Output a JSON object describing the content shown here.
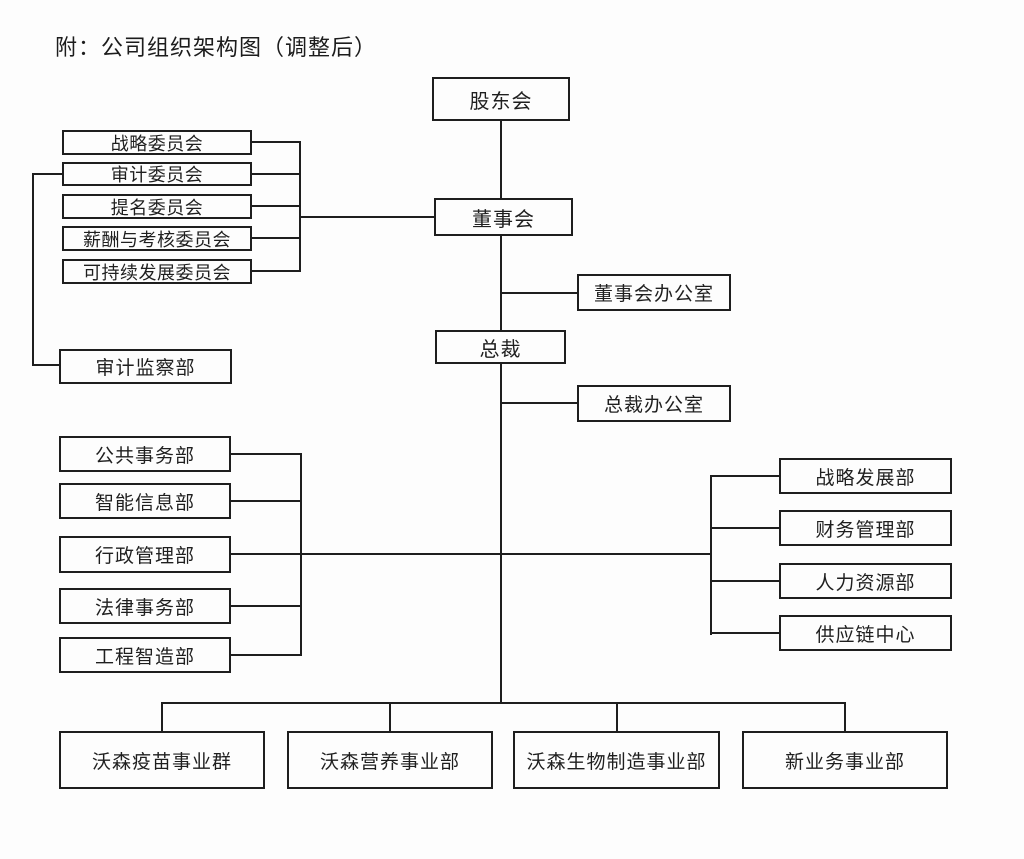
{
  "title": "附：公司组织架构图（调整后）",
  "nodes": {
    "shareholders": "股东会",
    "board": "董事会",
    "president": "总裁",
    "board_office": "董事会办公室",
    "president_office": "总裁办公室",
    "strategy_committee": "战略委员会",
    "audit_committee": "审计委员会",
    "nomination_committee": "提名委员会",
    "remuneration_committee": "薪酬与考核委员会",
    "sustainability_committee": "可持续发展委员会",
    "audit_supervision_dept": "审计监察部",
    "public_affairs_dept": "公共事务部",
    "intelligent_info_dept": "智能信息部",
    "admin_mgmt_dept": "行政管理部",
    "legal_affairs_dept": "法律事务部",
    "engineering_mfg_dept": "工程智造部",
    "strategic_dev_dept": "战略发展部",
    "finance_mgmt_dept": "财务管理部",
    "hr_dept": "人力资源部",
    "supply_chain_center": "供应链中心",
    "vaccine_group": "沃森疫苗事业群",
    "nutrition_division": "沃森营养事业部",
    "biomanufacturing_division": "沃森生物制造事业部",
    "new_business_division": "新业务事业部"
  },
  "hierarchy": {
    "股东会": [
      "董事会"
    ],
    "董事会": [
      "董事会办公室",
      "总裁",
      "战略委员会",
      "审计委员会",
      "提名委员会",
      "薪酬与考核委员会",
      "可持续发展委员会"
    ],
    "审计委员会": [
      "审计监察部"
    ],
    "总裁": [
      "总裁办公室",
      "公共事务部",
      "智能信息部",
      "行政管理部",
      "法律事务部",
      "工程智造部",
      "战略发展部",
      "财务管理部",
      "人力资源部",
      "供应链中心",
      "沃森疫苗事业群",
      "沃森营养事业部",
      "沃森生物制造事业部",
      "新业务事业部"
    ]
  },
  "colors": {
    "line": "#1e1e1e",
    "box_border": "#1e1e1e",
    "text": "#1f1f1f",
    "background": "#fdfdfd"
  }
}
